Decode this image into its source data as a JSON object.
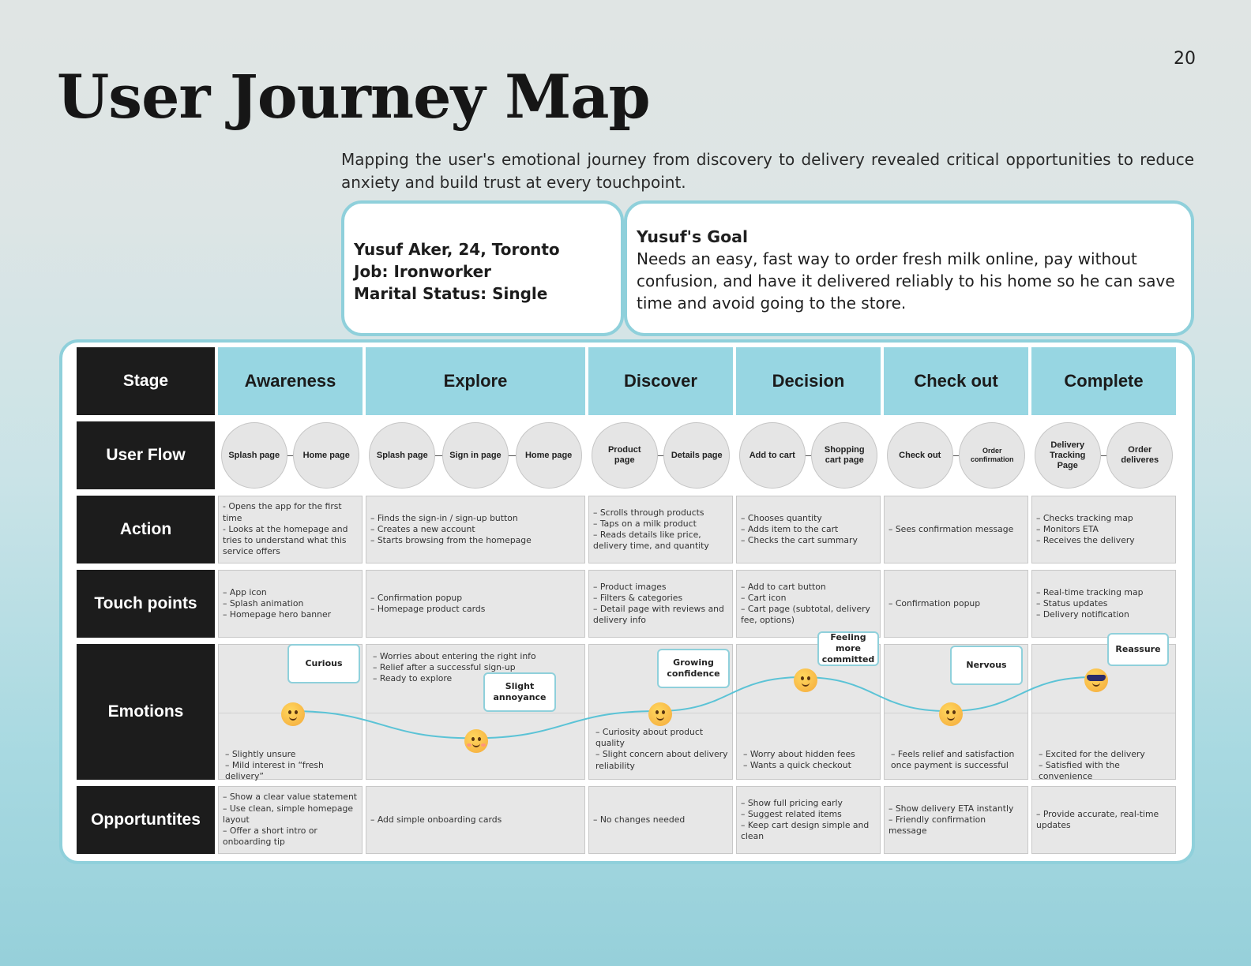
{
  "page_number": "20",
  "title": "User Journey Map",
  "intro": "Mapping the user's emotional journey from discovery to delivery revealed critical opportunities to reduce anxiety and build trust at every touchpoint.",
  "persona": {
    "line1": "Yusuf Aker, 24, Toronto",
    "line2": "Job: Ironworker",
    "line3": "Marital Status: Single"
  },
  "goal": {
    "title": "Yusuf's Goal",
    "text": "Needs an easy, fast way to order fresh milk online, pay without confusion, and have it delivered reliably to his home so he can save time and avoid going to the store."
  },
  "row_headers": [
    "Stage",
    "User Flow",
    "Action",
    "Touch points",
    "Emotions",
    "Opportuntites"
  ],
  "stages": [
    "Awareness",
    "Explore",
    "Discover",
    "Decision",
    "Check out",
    "Complete"
  ],
  "flow": [
    [
      "Splash page",
      "Home page"
    ],
    [
      "Splash page",
      "Sign in page",
      "Home page"
    ],
    [
      "Product page",
      "Details page"
    ],
    [
      "Add to cart",
      "Shopping cart page"
    ],
    [
      "Check out",
      "Order confirmation"
    ],
    [
      "Delivery Tracking Page",
      "Order deliveres"
    ]
  ],
  "actions": [
    [
      "- Opens the app for the first time",
      "- Looks at the homepage and tries to understand what this service offers"
    ],
    [
      "– Finds the sign-in / sign-up button",
      "– Creates a new account",
      "– Starts browsing from the homepage"
    ],
    [
      "– Scrolls through products",
      "– Taps on a milk product",
      "– Reads details like price, delivery time, and quantity"
    ],
    [
      "– Chooses quantity",
      "– Adds item to the cart",
      "– Checks the cart summary"
    ],
    [
      "– Sees confirmation message"
    ],
    [
      "– Checks tracking map",
      "– Monitors ETA",
      "– Receives the delivery"
    ]
  ],
  "touchpoints": [
    [
      "– App icon",
      "– Splash animation",
      "– Homepage hero banner"
    ],
    [
      "– Confirmation popup",
      "– Homepage product cards"
    ],
    [
      "– Product images",
      "– Filters & categories",
      "– Detail page with reviews and delivery info"
    ],
    [
      "– Add to cart button",
      "– Cart icon",
      "– Cart page (subtotal, delivery fee, options)"
    ],
    [
      "– Confirmation popup"
    ],
    [
      "– Real-time tracking map",
      "– Status updates",
      "– Delivery notification"
    ]
  ],
  "emotions": {
    "notes": [
      [
        "– Slightly unsure",
        "– Mild interest in “fresh delivery”"
      ],
      [
        "– Worries about entering the right info",
        "– Relief after a successful sign-up",
        "– Ready to explore"
      ],
      [
        "– Curiosity about product quality",
        "– Slight concern about delivery reliability"
      ],
      [
        "– Worry about hidden fees",
        "– Wants a quick checkout"
      ],
      [
        "– Feels relief and satisfaction once payment is successful"
      ],
      [
        "– Excited for the delivery",
        "– Satisfied with the convenience"
      ]
    ],
    "callouts": [
      "Curious",
      "Slight annoyance",
      "Growing confidence",
      "Feeling more committed",
      "Nervous",
      "Reassure"
    ],
    "levels": [
      0.5,
      0.3,
      0.5,
      0.75,
      0.5,
      0.75
    ],
    "faces": [
      "thinking-face-icon",
      "flushed-face-icon",
      "smiling-face-icon",
      "relieved-face-icon",
      "persevering-face-icon",
      "sunglasses-face-icon"
    ],
    "line_color": "#5bc3d6"
  },
  "opportunities": [
    [
      "– Show a clear value statement",
      "– Use clean, simple homepage layout",
      "– Offer a short intro or onboarding tip"
    ],
    [
      "– Add simple onboarding cards"
    ],
    [
      "– No changes needed"
    ],
    [
      "– Show full pricing early",
      "– Suggest related items",
      "– Keep cart design simple and clean"
    ],
    [
      "– Show delivery ETA instantly",
      "– Friendly confirmation message"
    ],
    [
      "– Provide accurate, real-time updates"
    ]
  ],
  "colors": {
    "stage_fill": "#97d6e2",
    "header_fill": "#1c1c1c",
    "border_accent": "#8fd0db"
  }
}
